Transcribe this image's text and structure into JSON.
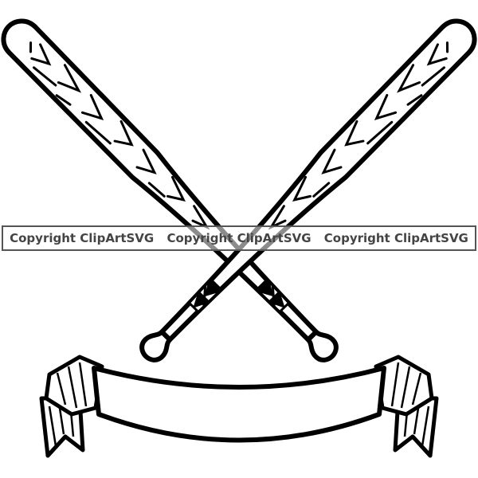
{
  "watermark": {
    "text_1": "Copyright ClipArtSVG",
    "text_2": "Copyright ClipArtSVG",
    "text_3": "Copyright ClipArtSVG"
  },
  "artwork": {
    "subject": "crossed-baseball-bats-with-blank-ribbon-banner",
    "banner_text": "",
    "colors": {
      "ink": "#000000",
      "background": "#ffffff",
      "watermark": "#444444"
    }
  }
}
